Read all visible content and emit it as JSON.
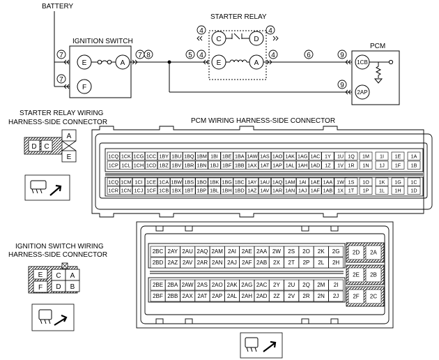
{
  "wiring": {
    "battery": "BATTERY",
    "ignition_switch": "IGNITION SWITCH",
    "starter_relay": "STARTER RELAY",
    "pcm": "PCM",
    "ign_e": "E",
    "ign_a": "A",
    "ign_f": "F",
    "relay_c": "C",
    "relay_d": "D",
    "relay_e": "E",
    "relay_a": "A",
    "pcm_1cb": "1CB",
    "pcm_2ap": "2AP",
    "n7": "7",
    "n8": "8",
    "n4": "4",
    "n5": "5",
    "n6": "6",
    "n9": "9"
  },
  "relay_connector": {
    "title_line1": "STARTER RELAY WIRING",
    "title_line2": "HARNESS-SIDE CONNECTOR",
    "pins": [
      "D",
      "C",
      "A",
      "E"
    ]
  },
  "pcm_connector": {
    "title": "PCM WIRING HARNESS-SIDE CONNECTOR",
    "block1_rows": [
      [
        "1CQ",
        "1CK",
        "1CG",
        "1CC",
        "1BY",
        "1BU",
        "1BQ",
        "1BM",
        "1BI",
        "1BE",
        "1BA",
        "1AW",
        "1AS",
        "1AO",
        "1AK",
        "1AG",
        "1AC",
        "1Y",
        "1U"
      ],
      [
        "1CP",
        "1CL",
        "1CH",
        "1CD",
        "1BZ",
        "1BV",
        "1BR",
        "1BN",
        "1BJ",
        "1BF",
        "1BB",
        "1AX",
        "1AT",
        "1AP",
        "1AL",
        "1AH",
        "1AD",
        "1Z",
        "1V"
      ],
      [
        "1CQ",
        "1CM",
        "1CI",
        "1CE",
        "1CA",
        "1BW",
        "1BS",
        "1BO",
        "1BK",
        "1BG",
        "1BC",
        "1AY",
        "1AU",
        "1AQ",
        "1AM",
        "1AI",
        "1AE",
        "1AA",
        "1W"
      ],
      [
        "1CR",
        "1CN",
        "1CJ",
        "1CF",
        "1CB",
        "1BX",
        "1BT",
        "1BP",
        "1BL",
        "1BH",
        "1BD",
        "1AZ",
        "1AV",
        "1AR",
        "1AN",
        "1AJ",
        "1AF",
        "1AB",
        "1X"
      ]
    ],
    "block2_rows": [
      [
        "1Q",
        "1M",
        "1I",
        "1E",
        "1A"
      ],
      [
        "1R",
        "1N",
        "1J",
        "1F",
        "1B"
      ],
      [
        "1S",
        "1O",
        "1K",
        "1G",
        "1C"
      ],
      [
        "1T",
        "1P",
        "1L",
        "1H",
        "1D"
      ]
    ]
  },
  "ignition_connector": {
    "title_line1": "IGNITION SWITCH WIRING",
    "title_line2": "HARNESS-SIDE CONNECTOR",
    "pins": [
      "E",
      "C",
      "A",
      "F",
      "D",
      "B"
    ]
  },
  "pcm_connector_2": {
    "rows": [
      [
        "2BC",
        "2AY",
        "2AU",
        "2AQ",
        "2AM",
        "2AI",
        "2AE",
        "2AA",
        "2W",
        "2S",
        "2O",
        "2K",
        "2G"
      ],
      [
        "2BD",
        "2AZ",
        "2AV",
        "2AR",
        "2AN",
        "2AJ",
        "2AF",
        "2AB",
        "2X",
        "2T",
        "2P",
        "2L",
        "2H"
      ],
      [
        "2BE",
        "2BA",
        "2AW",
        "2AS",
        "2AO",
        "2AK",
        "2AG",
        "2AC",
        "2Y",
        "2U",
        "2Q",
        "2M",
        "2I"
      ],
      [
        "2BF",
        "2BB",
        "2AX",
        "2AT",
        "2AP",
        "2AL",
        "2AH",
        "2AD",
        "2Z",
        "2V",
        "2R",
        "2N",
        "2J"
      ]
    ],
    "side_pins": [
      [
        "2D",
        "2A"
      ],
      [
        "2E",
        "2B"
      ],
      [
        "2F",
        "2C"
      ]
    ]
  }
}
